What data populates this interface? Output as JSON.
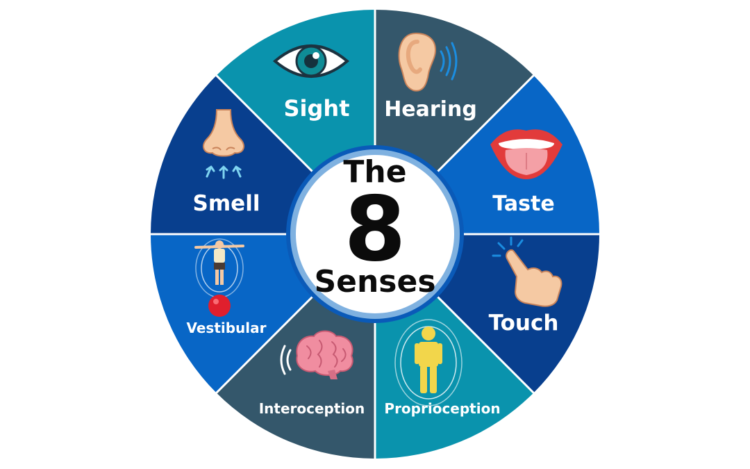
{
  "center": {
    "line1": "The",
    "line2": "8",
    "line3": "Senses"
  },
  "senses": [
    {
      "label": "Hearing",
      "icon": "ear-icon",
      "color": "#34576b"
    },
    {
      "label": "Taste",
      "icon": "mouth-icon",
      "color": "#0866c6"
    },
    {
      "label": "Touch",
      "icon": "pointing-hand-icon",
      "color": "#083f8e"
    },
    {
      "label": "Proprioception",
      "icon": "body-awareness-icon",
      "color": "#0a93ad"
    },
    {
      "label": "Interoception",
      "icon": "brain-icon",
      "color": "#34576b"
    },
    {
      "label": "Vestibular",
      "icon": "balancing-person-icon",
      "color": "#0866c6"
    },
    {
      "label": "Smell",
      "icon": "nose-icon",
      "color": "#083f8e"
    },
    {
      "label": "Sight",
      "icon": "eye-icon",
      "color": "#0a93ad"
    }
  ],
  "colors": {
    "center_fill": "#ffffff",
    "center_ring": "#7fb1e0",
    "center_outer_ring": "#0a5ab8",
    "skin": "#f5c9a3",
    "skin_shadow": "#e7a97e"
  }
}
